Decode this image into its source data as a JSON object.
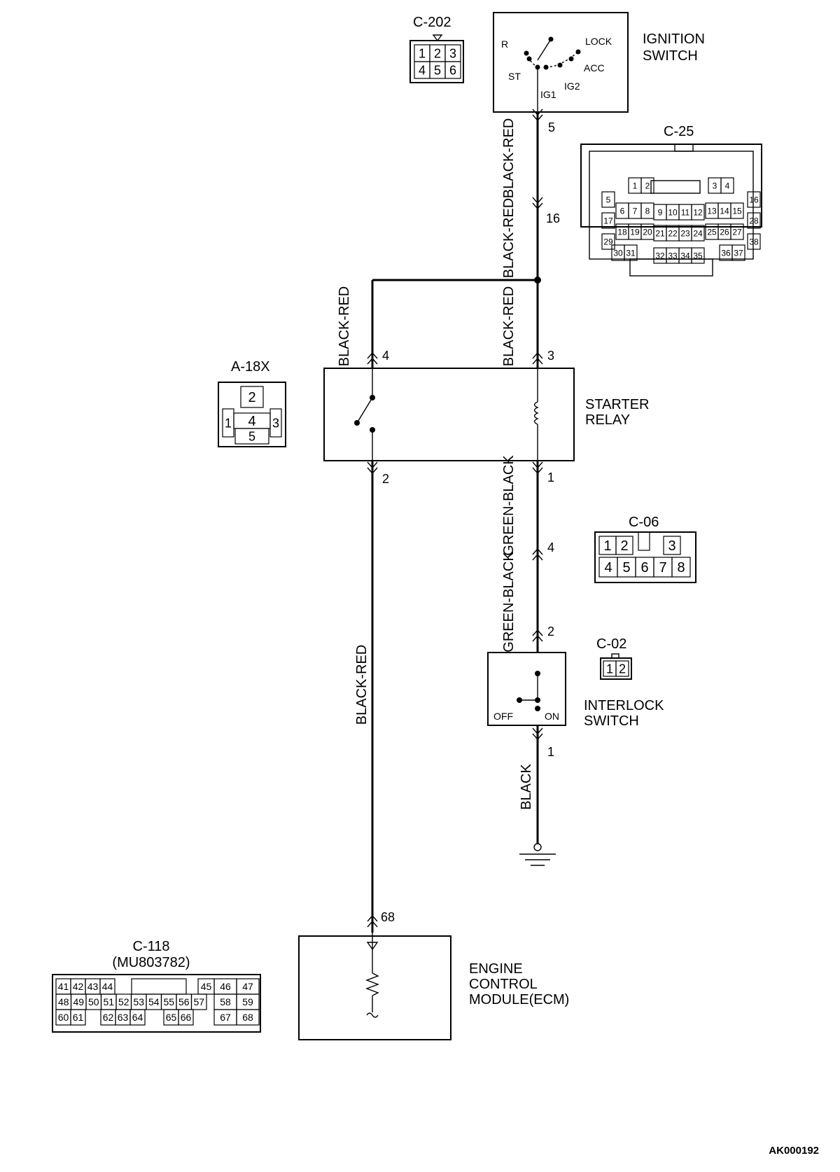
{
  "ignition_switch": {
    "label_line1": "IGNITION",
    "label_line2": "SWITCH",
    "positions": {
      "r": "R",
      "lock": "LOCK",
      "st": "ST",
      "acc": "ACC",
      "ig1": "IG1",
      "ig2": "IG2"
    }
  },
  "connectors": {
    "c202": {
      "name": "C-202",
      "pins": [
        "1",
        "2",
        "3",
        "4",
        "5",
        "6"
      ]
    },
    "c25": {
      "name": "C-25",
      "pins": [
        "1",
        "2",
        "3",
        "4",
        "5",
        "6",
        "7",
        "8",
        "9",
        "10",
        "11",
        "12",
        "13",
        "14",
        "15",
        "16",
        "17",
        "18",
        "19",
        "20",
        "21",
        "22",
        "23",
        "24",
        "25",
        "26",
        "27",
        "28",
        "29",
        "30",
        "31",
        "32",
        "33",
        "34",
        "35",
        "36",
        "37",
        "38"
      ]
    },
    "a18x": {
      "name": "A-18X",
      "pins": [
        "1",
        "2",
        "3",
        "4",
        "5"
      ]
    },
    "c06": {
      "name": "C-06",
      "pins": [
        "1",
        "2",
        "3",
        "4",
        "5",
        "6",
        "7",
        "8"
      ]
    },
    "c02": {
      "name": "C-02",
      "pins": [
        "1",
        "2"
      ]
    },
    "c118": {
      "name": "C-118",
      "part": "(MU803782)",
      "pins": [
        "41",
        "42",
        "43",
        "44",
        "45",
        "46",
        "47",
        "48",
        "49",
        "50",
        "51",
        "52",
        "53",
        "54",
        "55",
        "56",
        "57",
        "58",
        "59",
        "60",
        "61",
        "62",
        "63",
        "64",
        "65",
        "66",
        "67",
        "68"
      ]
    }
  },
  "wire_colors": {
    "w1": "BLACK-RED",
    "w2": "BLACK-RED",
    "w3": "BLACK-RED",
    "w4": "BLACK-RED",
    "w5": "GREEN-BLACK",
    "w6": "GREEN-BLACK",
    "w7": "BLACK-RED",
    "w8": "BLACK"
  },
  "pins": {
    "ign_5": "5",
    "j_16": "16",
    "relay_4": "4",
    "relay_3": "3",
    "relay_2": "2",
    "relay_1": "1",
    "c06_4": "4",
    "inter_2": "2",
    "inter_1": "1",
    "ecm_68": "68"
  },
  "starter_relay": {
    "label_line1": "STARTER",
    "label_line2": "RELAY"
  },
  "interlock_switch": {
    "label_line1": "INTERLOCK",
    "label_line2": "SWITCH",
    "off": "OFF",
    "on": "ON"
  },
  "ecm": {
    "label_line1": "ENGINE",
    "label_line2": "CONTROL",
    "label_line3": "MODULE(ECM)"
  },
  "figure_code": "AK000192"
}
